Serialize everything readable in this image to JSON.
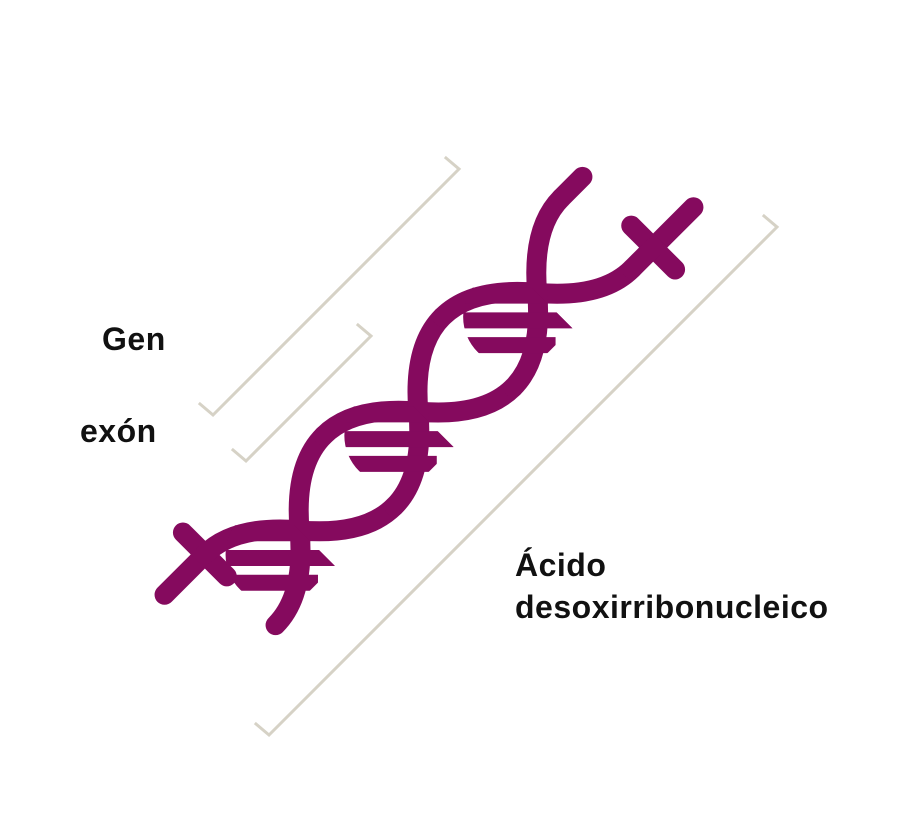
{
  "labels": {
    "gene": "Gen",
    "exon": "exón",
    "dna_line1": "Ácido",
    "dna_line2": "desoxirribonucleico"
  },
  "colors": {
    "helix": "#850a5e",
    "bracket": "#d6d2c6",
    "text": "#111111"
  }
}
